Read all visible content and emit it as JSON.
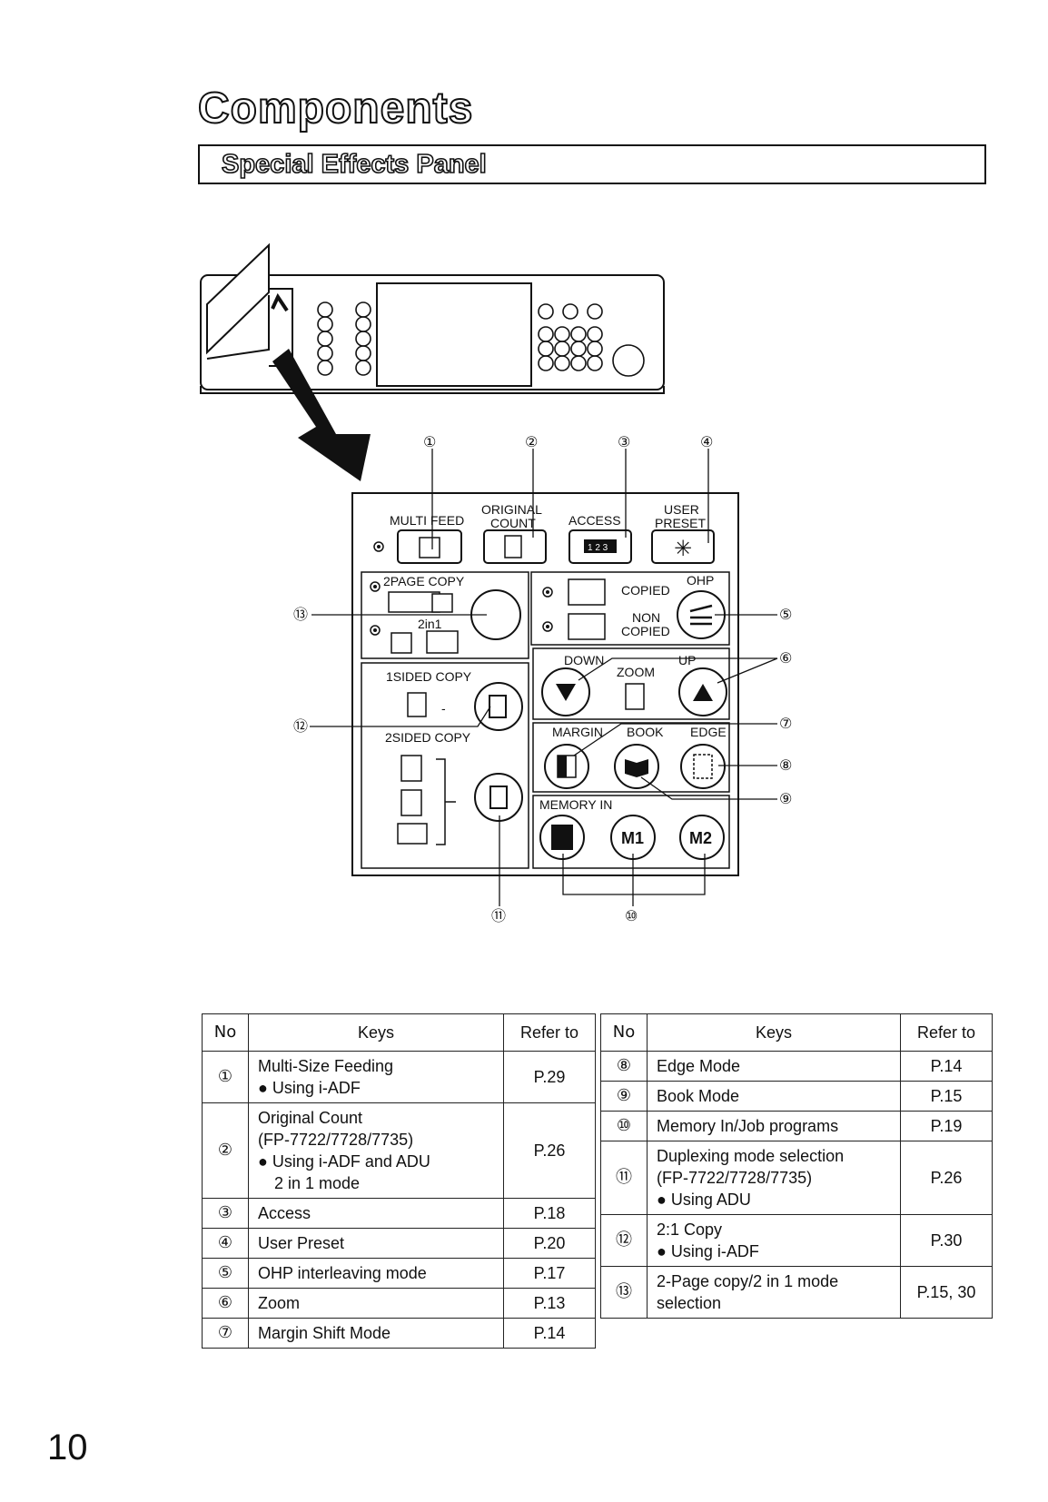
{
  "page": {
    "title": "Components",
    "section": "Special Effects Panel",
    "page_number": "10"
  },
  "diagram": {
    "callouts": [
      "①",
      "②",
      "③",
      "④",
      "⑤",
      "⑥",
      "⑦",
      "⑧",
      "⑨",
      "⑩",
      "⑪",
      "⑫",
      "⑬"
    ],
    "labels": {
      "multi_feed": "MULTI FEED",
      "original_count_1": "ORIGINAL",
      "original_count_2": "COUNT",
      "access": "ACCESS",
      "access_display": "1 2 3",
      "user_preset_1": "USER",
      "user_preset_2": "PRESET",
      "two_page_copy": "2PAGE COPY",
      "two_in_one": "2in1",
      "copied": "COPIED",
      "non": "NON",
      "non_copied": "COPIED",
      "ohp": "OHP",
      "down": "DOWN",
      "zoom": "ZOOM",
      "up": "UP",
      "one_sided_copy": "1SIDED COPY",
      "two_sided_copy": "2SIDED COPY",
      "margin": "MARGIN",
      "book": "BOOK",
      "edge": "EDGE",
      "memory_in": "MEMORY IN",
      "m1": "M1",
      "m2": "M2"
    }
  },
  "table_left": {
    "headers": [
      "No",
      "Keys",
      "Refer to"
    ],
    "rows": [
      {
        "no": "①",
        "lines": [
          "Multi-Size Feeding",
          "● Using i-ADF"
        ],
        "ref": "P.29"
      },
      {
        "no": "②",
        "lines": [
          "Original Count",
          "(FP-7722/7728/7735)",
          "● Using i-ADF and ADU",
          "2 in 1 mode"
        ],
        "ref": "P.26"
      },
      {
        "no": "③",
        "lines": [
          "Access"
        ],
        "ref": "P.18"
      },
      {
        "no": "④",
        "lines": [
          "User Preset"
        ],
        "ref": "P.20"
      },
      {
        "no": "⑤",
        "lines": [
          "OHP interleaving mode"
        ],
        "ref": "P.17"
      },
      {
        "no": "⑥",
        "lines": [
          "Zoom"
        ],
        "ref": "P.13"
      },
      {
        "no": "⑦",
        "lines": [
          "Margin Shift Mode"
        ],
        "ref": "P.14"
      }
    ]
  },
  "table_right": {
    "headers": [
      "No",
      "Keys",
      "Refer to"
    ],
    "rows": [
      {
        "no": "⑧",
        "lines": [
          "Edge Mode"
        ],
        "ref": "P.14"
      },
      {
        "no": "⑨",
        "lines": [
          "Book Mode"
        ],
        "ref": "P.15"
      },
      {
        "no": "⑩",
        "lines": [
          "Memory In/Job programs"
        ],
        "ref": "P.19"
      },
      {
        "no": "⑪",
        "lines": [
          "Duplexing mode selection",
          "(FP-7722/7728/7735)",
          "● Using ADU"
        ],
        "ref": "P.26"
      },
      {
        "no": "⑫",
        "lines": [
          "2:1 Copy",
          "● Using i-ADF"
        ],
        "ref": "P.30"
      },
      {
        "no": "⑬",
        "lines": [
          "2-Page copy/2 in 1 mode",
          "selection"
        ],
        "ref": "P.15, 30"
      }
    ]
  }
}
